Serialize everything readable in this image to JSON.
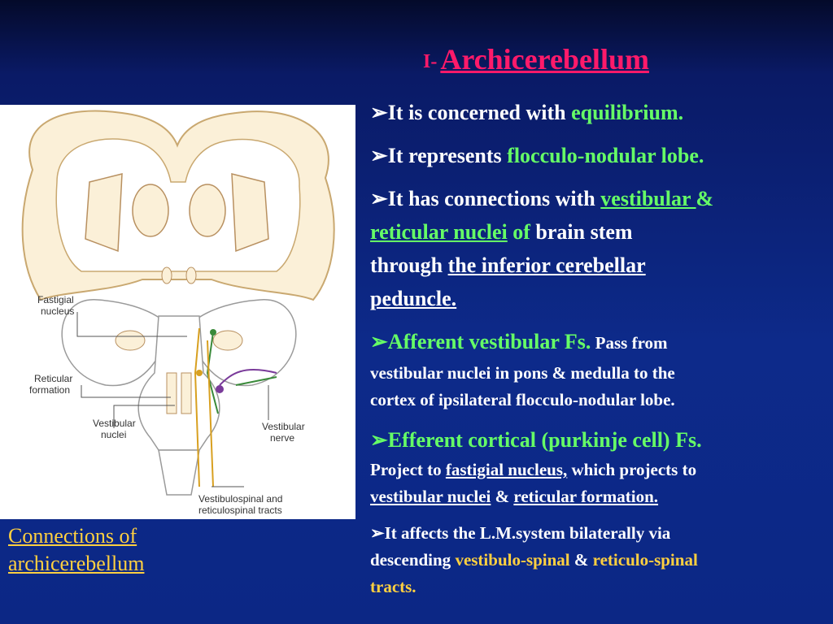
{
  "title": {
    "prefix": "I-",
    "text": "Archicerebellum"
  },
  "figure": {
    "caption": "Connections of archicerebellum",
    "labels": {
      "fastigial": [
        "Fastigial",
        "nucleus"
      ],
      "reticular": [
        "Reticular",
        "formation"
      ],
      "vest_nuclei": [
        "Vestibular",
        "nuclei"
      ],
      "vest_nerve": [
        "Vestibular",
        "nerve"
      ],
      "tracts": [
        "Vestibulospinal and",
        "reticulospinal tracts"
      ]
    }
  },
  "bullets": {
    "b1": {
      "text": "It is concerned with ",
      "hl": "equilibrium."
    },
    "b2": {
      "text": "It represents ",
      "hl": "flocculo-nodular lobe."
    },
    "b3": {
      "t1": "It has connections with ",
      "hl1": "vestibular ",
      "amp": "&",
      "hl2": "reticular nuclei",
      "of": " of ",
      "t2": " brain stem",
      "t3": "through ",
      "u1": "the inferior cerebellar",
      "u2": "peduncle."
    },
    "b4": {
      "hl": "Afferent vestibular Fs.",
      "t1": " Pass from",
      "t2": "vestibular nuclei in pons & medulla to the",
      "t3": "cortex of ipsilateral flocculo-nodular lobe."
    },
    "b5": {
      "hl": "Efferent cortical (purkinje cell) Fs.",
      "t1": "Project to ",
      "u1": "fastigial nucleus,",
      "t2": " which projects to",
      "u2": "vestibular nuclei",
      "t3": " & ",
      "u3": "reticular formation."
    },
    "b6": {
      "t1": "It affects the L.M.system  bilaterally  via",
      "t2": "descending ",
      "y1": "vestibulo-spinal",
      "t3": " & ",
      "y2": "reticulo-spinal",
      "y3": "tracts."
    }
  },
  "colors": {
    "title": "#ff1a6a",
    "green": "#66ff66",
    "yellow": "#ffd040",
    "background": "#0d2a8a"
  }
}
